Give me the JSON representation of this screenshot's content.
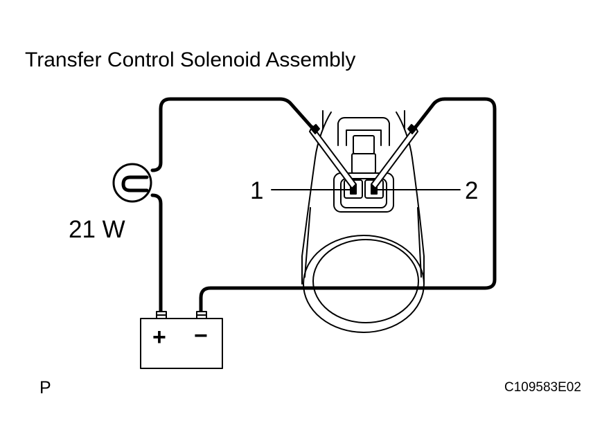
{
  "title": "Transfer Control Solenoid Assembly",
  "bulb": {
    "label": "21 W",
    "icon": "bulb-icon"
  },
  "battery": {
    "positive": "+",
    "negative": "−",
    "icon": "battery-icon"
  },
  "connector": {
    "pin1": "1",
    "pin2": "2",
    "icon": "connector-icon"
  },
  "solenoid": {
    "icon": "solenoid-icon"
  },
  "corner_mark": "P",
  "figure_code": "C109583E02"
}
